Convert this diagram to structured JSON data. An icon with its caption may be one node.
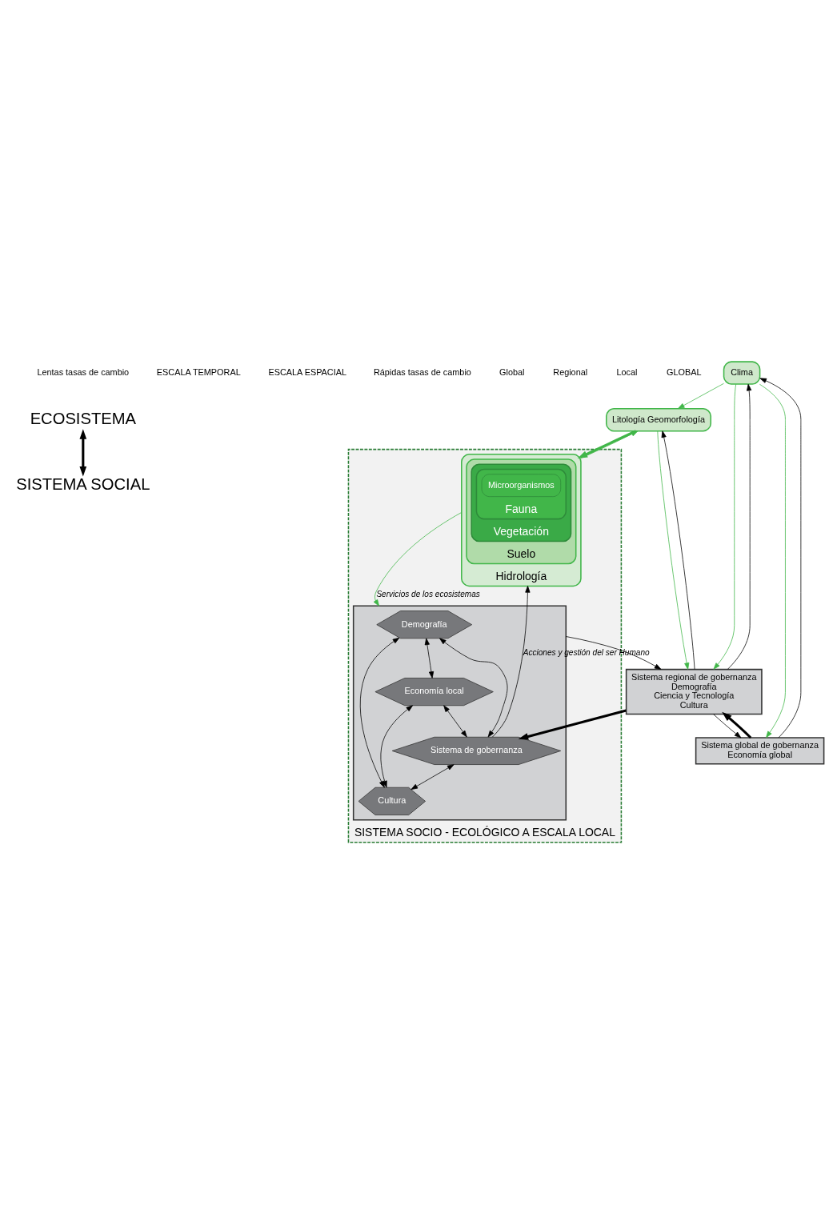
{
  "diagram": {
    "nodes": [
      {
        "text": [
          "ECOSISTEMA"
        ]
      },
      {
        "text": [
          "SISTEMA SOCIAL"
        ]
      },
      {
        "text": [
          "Clima"
        ]
      },
      {
        "text": [
          "Litología Geomorfología"
        ]
      },
      {
        "text": [
          "SISTEMA SOCIO - ECOLÓGICO A ESCALA LOCAL"
        ]
      },
      {
        "text": [
          "Hidrología"
        ],
        "in": 4
      },
      {
        "text": [
          "Suelo"
        ],
        "in": 5
      },
      {
        "text": [
          "Vegetación"
        ],
        "in": 6
      },
      {
        "text": [
          "Fauna"
        ],
        "in": 7
      },
      {
        "text": [
          "Microorganismos"
        ],
        "in": 8
      },
      {
        "text": [],
        "shape": "box",
        "in": 4
      },
      {
        "text": [
          "Sistema de gobernanza"
        ],
        "in": 10
      },
      {
        "text": [
          "Economía local"
        ],
        "in": 10
      },
      {
        "text": [
          "Cultura"
        ],
        "in": 10
      },
      {
        "text": [
          "Demografía"
        ],
        "in": 10
      },
      {
        "text": [
          "Sistema regional de gobernanza",
          "Demografía",
          "Ciencia y Tecnología",
          "Cultura"
        ]
      },
      {
        "text": [
          "Sistema global de gobernanza",
          "Economía global"
        ]
      }
    ],
    "edges": [
      {
        "from": 0,
        "to": 1,
        "arrow": "both",
        "style": "thick"
      },
      {
        "from": 2,
        "to": 3,
        "arrow": "to",
        "color": "#41b649"
      },
      {
        "from": 3,
        "to": 5,
        "arrow": "to",
        "style": "thick",
        "color": "#41b649"
      },
      {
        "from": 5,
        "to": 3,
        "arrow": "to",
        "color": "#41b649"
      },
      {
        "from": 2,
        "to": 16,
        "arrow": "to",
        "color": "#41b649"
      },
      {
        "from": 16,
        "to": 2,
        "arrow": "to"
      },
      {
        "from": 2,
        "to": 15,
        "arrow": "to",
        "color": "#41b649"
      },
      {
        "from": 15,
        "to": 2,
        "arrow": "to"
      },
      {
        "from": 15,
        "to": 3,
        "arrow": "to"
      },
      {
        "from": 3,
        "to": 15,
        "arrow": "to",
        "color": "#41b649"
      },
      {
        "from": 16,
        "to": 15,
        "arrow": "to",
        "style": "thick"
      },
      {
        "from": 15,
        "to": 16,
        "arrow": "to"
      },
      {
        "from": 15,
        "to": 11,
        "arrow": "to",
        "style": "thick"
      },
      {
        "from": 10,
        "to": 15,
        "arrow": "to"
      },
      {
        "from": 11,
        "to": 5,
        "arrow": "to",
        "label": "Acciones y gestión del ser Humano"
      },
      {
        "from": 5,
        "to": 10,
        "arrow": "to",
        "label": "Servicios de los ecosistemas",
        "color": "#41b649"
      },
      {
        "from": 12,
        "to": 11,
        "arrow": "both"
      },
      {
        "from": 11,
        "to": 13,
        "arrow": "both"
      },
      {
        "from": 13,
        "to": 14,
        "arrow": "both"
      },
      {
        "from": 14,
        "to": 12,
        "arrow": "both"
      },
      {
        "from": 12,
        "to": 13,
        "arrow": "both"
      },
      {
        "from": 14,
        "to": 11,
        "arrow": "both"
      }
    ],
    "labels": [
      "Lentas tasas de cambio",
      "ESCALA TEMPORAL",
      "ESCALA ESPACIAL",
      "Rápidas tasas de cambio",
      "Global",
      "Regional",
      "Local",
      "GLOBAL"
    ]
  }
}
